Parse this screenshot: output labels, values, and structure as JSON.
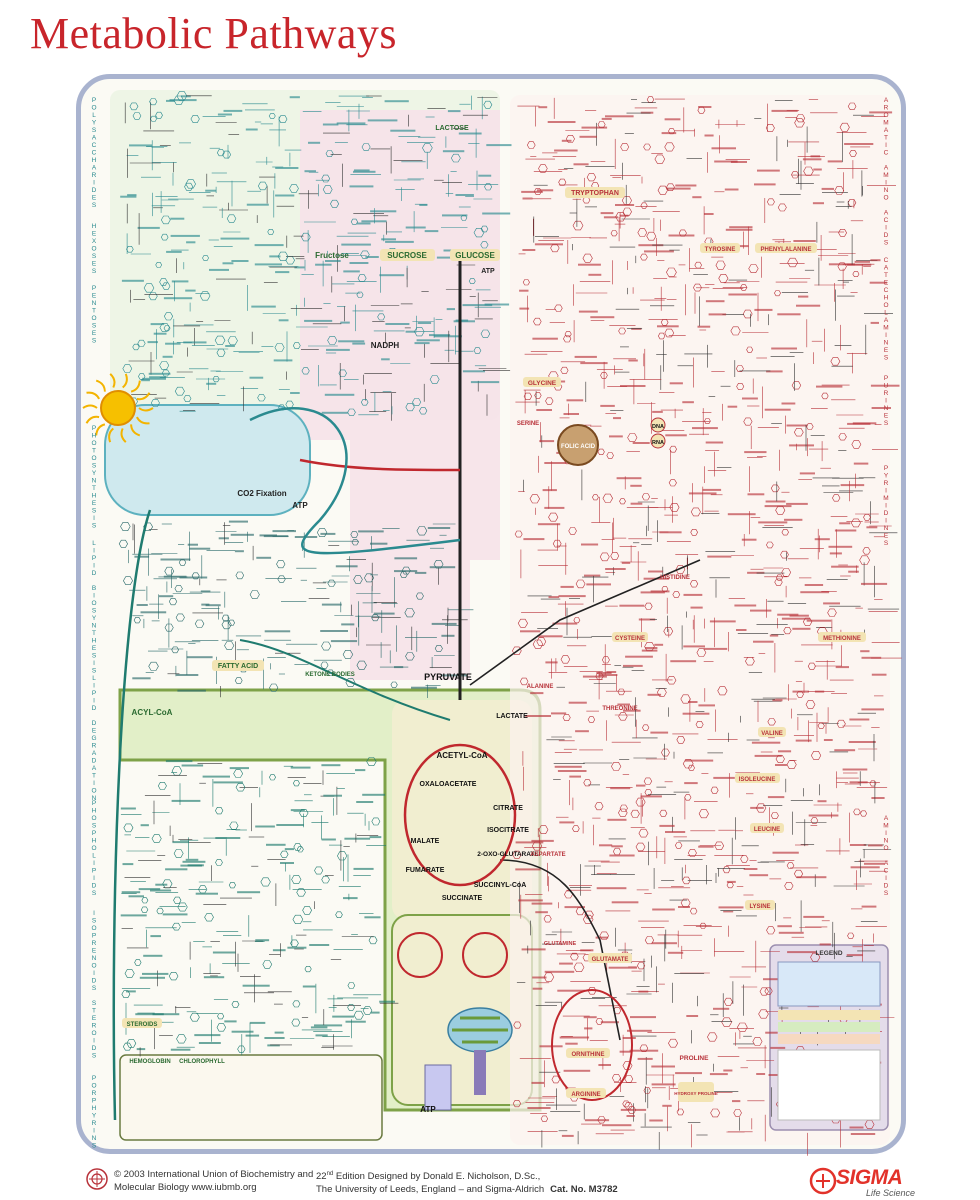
{
  "title": "Metabolic Pathways",
  "section_labels": {
    "left": [
      "POLYSACCHARIDES",
      "HEXOSES",
      "PENTOSES",
      "PHOTOSYNTHESIS",
      "LIPID BIOSYNTHESIS",
      "LIPID DEGRADATION",
      "PHOSPHOLIPIDS",
      "ISOPRENOIDS STEROIDS",
      "PORPHYRINS"
    ],
    "right": [
      "AROMATIC AMINO ACIDS",
      "CATECHOLAMINES",
      "PURINES",
      "PYRIMIDINES",
      "AMINO ACIDS"
    ]
  },
  "nodes": {
    "glucose": "GLUCOSE",
    "sucrose": "SUCROSE",
    "fructose": "Fructose",
    "lactose": "LACTOSE",
    "nadph": "NADPH",
    "atp": "ATP",
    "co2_fixation": "CO2 Fixation",
    "pyruvate": "PYRUVATE",
    "acetyl_coa": "ACETYL-CoA",
    "oxaloacetate": "OXALOACETATE",
    "citrate": "CITRATE",
    "isocitrate": "ISOCITRATE",
    "malate": "MALATE",
    "fumarate": "FUMARATE",
    "succinate": "SUCCINATE",
    "succinyl_coa": "SUCCINYL-CoA",
    "oxoglutarate": "2-OXO-GLUTARATE",
    "lactate": "LACTATE",
    "fatty_acid": "FATTY ACID",
    "acyl_coa": "ACYL-CoA",
    "ketone_bodies": "KETONE BODIES",
    "tryptophan": "TRYPTOPHAN",
    "tyrosine": "TYROSINE",
    "phenylalanine": "PHENYLALANINE",
    "glycine": "GLYCINE",
    "serine": "SERINE",
    "cysteine": "CYSTEINE",
    "histidine": "HISTIDINE",
    "glutamate": "GLUTAMATE",
    "glutamine": "GLUTAMINE",
    "ornithine": "ORNITHINE",
    "arginine": "ARGININE",
    "proline": "PROLINE",
    "hydroxy_proline": "HYDROXY PROLINE",
    "lysine": "LYSINE",
    "leucine": "LEUCINE",
    "isoleucine": "ISOLEUCINE",
    "valine": "VALINE",
    "threonine": "THREONINE",
    "methionine": "METHIONINE",
    "alanine": "ALANINE",
    "aspartate": "ASPARTATE",
    "dna": "DNA",
    "rna": "RNA",
    "steroids": "STEROIDS",
    "hemoglobin": "HEMOGLOBIN",
    "chlorophyll": "CHLOROPHYLL",
    "legend": "LEGEND",
    "folic_acid": "FOLIC ACID"
  },
  "footer": {
    "iubmb_line1": "© 2003 International Union of Biochemistry and",
    "iubmb_line2": "Molecular Biology   www.iubmb.org",
    "edition_num": "22",
    "edition_suffix": "nd",
    "edition_line1_rest": " Edition Designed by Donald E. Nicholson, D.Sc.,",
    "edition_line2": "The University of Leeds, England – and Sigma-Aldrich",
    "catno": "Cat. No. M3782",
    "sigma": "SIGMA",
    "sigma_tag": "Life Science"
  },
  "colors": {
    "title": "#c8252b",
    "frame": "#a9b3cf",
    "left_text": "#2a8a8f",
    "right_text": "#b8323a",
    "carbo_fill": "#e6f0d8",
    "tca_fill": "#f1eed0",
    "tca_border": "#7ea248",
    "photo_fill": "#c9e8ec",
    "pink_fill": "#f4dce4",
    "highlight": "#f3e4b4",
    "legend_fill": "#e4dcea"
  }
}
